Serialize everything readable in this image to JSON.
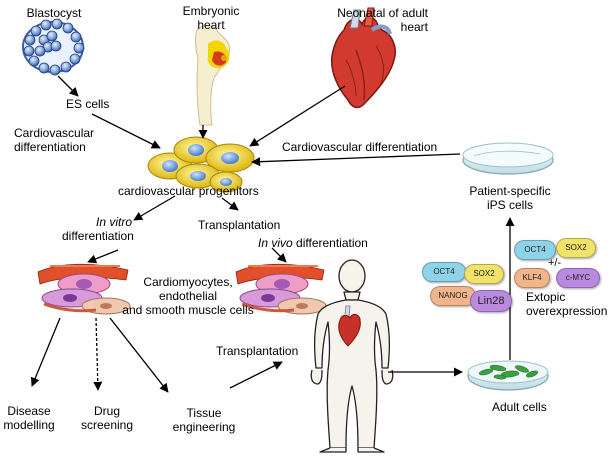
{
  "labels": {
    "blastocyst": "Blastocyst",
    "embryonic_heart": "Embryonic\nheart",
    "neonatal_heart": "Neonatal of adult\nheart",
    "es_cells": "ES cells",
    "cardio_diff_left": "Cardiovascular\ndifferentiation",
    "cardio_diff_right": "Cardiovascular differentiation",
    "progenitors": "cardiovascular progenitors",
    "patient_ips": "Patient-specific\niPS cells",
    "in_vitro": "In vitro",
    "in_vitro_diff": "differentiation",
    "transplantation_top": "Transplantation",
    "in_vivo": "In vivo",
    "in_vivo_diff": " differentiation",
    "cell_types": "Cardiomyocytes,\nendothelial\nand smooth muscle cells",
    "extopic": "Extopic\noverexpression",
    "plus_minus": "+/-",
    "transplantation_mid": "Transplantation",
    "disease": "Disease\nmodelling",
    "drug": "Drug\nscreening",
    "tissue": "Tissue\nengineering",
    "adult_cells": "Adult cells"
  },
  "factors_left": {
    "oct4": "OCT4",
    "sox2": "SOX2",
    "nanog": "NANOG",
    "lin28": "Lin28"
  },
  "factors_right": {
    "oct4": "OCT4",
    "sox2": "SOX2",
    "klf4": "KLF4",
    "cmyc": "c-MYC"
  },
  "colors": {
    "oct4": "#8ed3e8",
    "sox2": "#f0e26a",
    "nanog": "#f2b48a",
    "lin28": "#b98ae0",
    "klf4": "#f2b48a",
    "cmyc": "#b98ae0",
    "progenitor_cell": "#f0d020",
    "nucleus": "#6a9de0",
    "muscle_red": "#d8482a",
    "heart_red": "#c8302a",
    "skin": "#f4f0ea",
    "dish": "#d6eef2",
    "dish_cells": "#3aa040"
  }
}
